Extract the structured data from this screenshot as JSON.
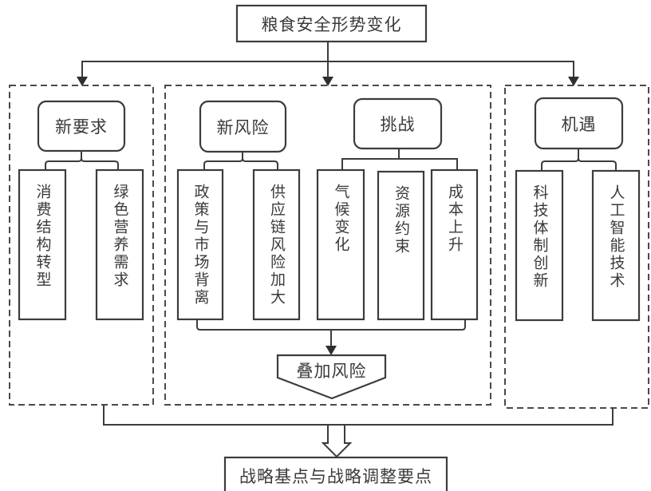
{
  "diagram": {
    "title": "粮食安全形势变化",
    "groups": {
      "left": {
        "header": "新要求",
        "items": [
          "消费结构转型",
          "绿色营养需求"
        ]
      },
      "middle": {
        "new_risk": {
          "header": "新风险",
          "items": [
            "政策与市场背离",
            "供应链风险加大"
          ]
        },
        "challenge": {
          "header": "挑战",
          "items": [
            "气候变化",
            "资源约束",
            "成本上升"
          ]
        },
        "merged": "叠加风险"
      },
      "right": {
        "header": "机遇",
        "items": [
          "科技体制创新",
          "人工智能技术"
        ]
      }
    },
    "conclusion": "战略基点与战略调整要点",
    "colors": {
      "stroke": "#3c3c3c",
      "text": "#3a3a3a",
      "background": "#ffffff"
    }
  }
}
